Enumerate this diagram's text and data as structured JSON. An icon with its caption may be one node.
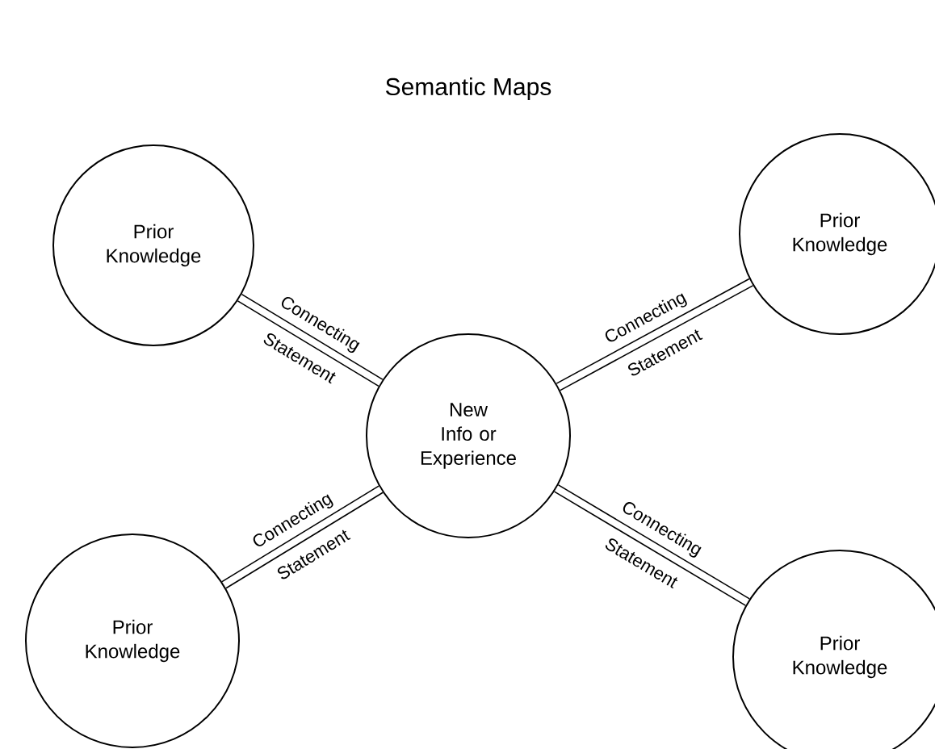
{
  "diagram": {
    "title": "Semantic Maps",
    "nodes": [
      {
        "text": [
          "Prior Knowledge"
        ]
      },
      {
        "text": [
          "Prior Knowledge"
        ]
      },
      {
        "text": [
          "New Info or Experience"
        ]
      },
      {
        "text": [
          "Prior Knowledge"
        ]
      },
      {
        "text": [
          "Prior Knowledge"
        ]
      }
    ],
    "edges": [
      {
        "from": 0,
        "to": 2,
        "arrow": "none",
        "label": "Connecting Statement"
      },
      {
        "from": 2,
        "to": 1,
        "arrow": "none",
        "label": "Connecting Statement"
      },
      {
        "from": 3,
        "to": 2,
        "arrow": "none",
        "label": "Connecting Statement"
      },
      {
        "from": 2,
        "to": 4,
        "arrow": "none",
        "label": "Connecting Statement"
      }
    ]
  }
}
